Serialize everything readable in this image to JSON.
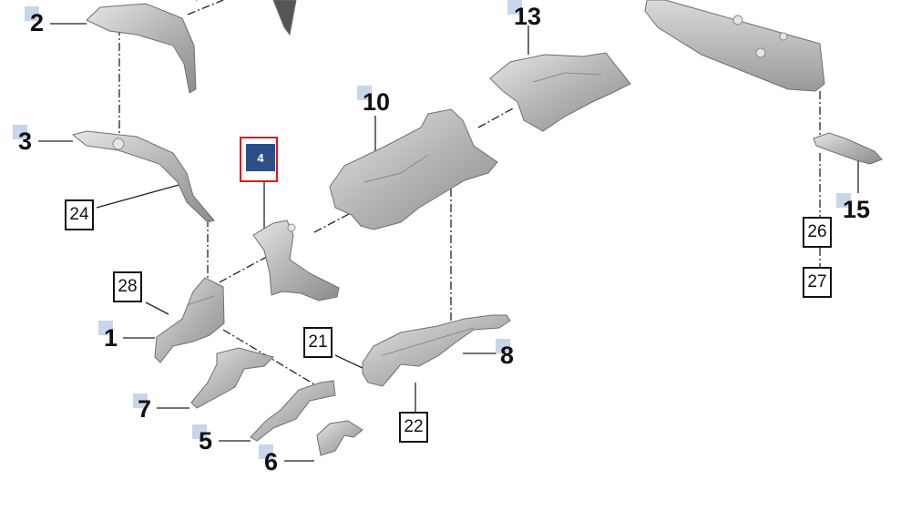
{
  "callouts": {
    "n1": "1",
    "n2": "2",
    "n3": "3",
    "n4": "4",
    "n5": "5",
    "n6": "6",
    "n7": "7",
    "n8": "8",
    "n10": "10",
    "n13": "13",
    "n15": "15",
    "n21": "21",
    "n22": "22",
    "n24": "24",
    "n26": "26",
    "n27": "27",
    "n28": "28"
  },
  "colors": {
    "part_fill": "#bfbfbf",
    "part_stroke": "#6f6f6f",
    "highlight_border": "#e01818",
    "selected_tag": "#2c4f86",
    "tag": "#c7d6ea"
  },
  "selected_part": "4"
}
